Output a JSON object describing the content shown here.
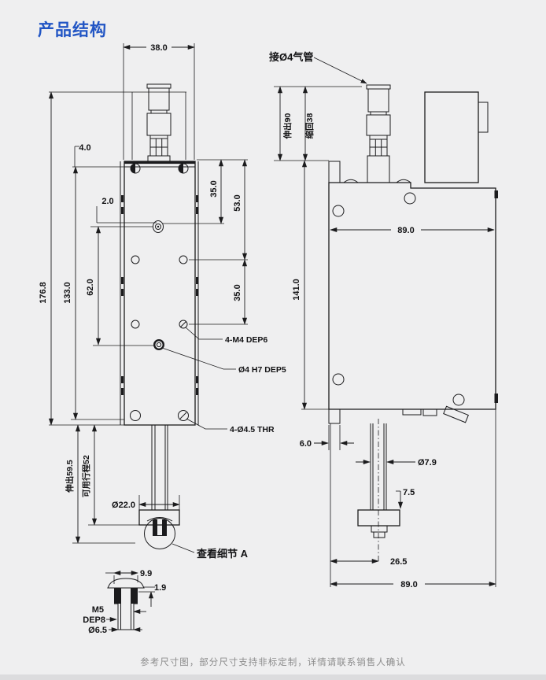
{
  "colors": {
    "background": "#efeff0",
    "line": "#1b1b1d",
    "title": "#2155c4",
    "footer_text": "#8c8c8c"
  },
  "title": {
    "text": "产品结构"
  },
  "footer": {
    "text": "参考尺寸图，部分尺寸支持非标定制，详情请联系销售人确认"
  },
  "front_view": {
    "dim_width_top": "38.0",
    "dim_plate_thk": "4.0",
    "dim_hole_offset": "2.0",
    "dim_top_to_hole": "35.0",
    "dim_top_to_row1": "53.0",
    "dim_row1_to_row2": "35.0",
    "dim_total_height": "176.8",
    "dim_body_height": "133.0",
    "dim_hole_pitch": "62.0",
    "dim_rod_extend": "伸出59.5",
    "dim_usable_stroke": "可用行程52",
    "dim_flange_dia": "Ø22.0",
    "label_mount_holes": "4-M4 DEP6",
    "label_pin_hole": "Ø4 H7 DEP5",
    "label_thru_holes": "4-Ø4.5 THR",
    "label_detail": "查看细节 A"
  },
  "side_view": {
    "label_air": "接Ø4气管",
    "dim_extend": "伸出90",
    "dim_retract": "缩回38",
    "dim_width": "89.0",
    "dim_height": "141.0",
    "dim_step": "6.0",
    "dim_rod_dia": "Ø7.9",
    "dim_tip": "7.5",
    "dim_rod_center": "26.5",
    "dim_width_bottom": "89.0"
  },
  "detail_view": {
    "dim_cap_width": "9.9",
    "dim_lip": "1.9",
    "label_thread": "M5",
    "label_depth": "DEP8",
    "dim_bore": "Ø6.5"
  }
}
